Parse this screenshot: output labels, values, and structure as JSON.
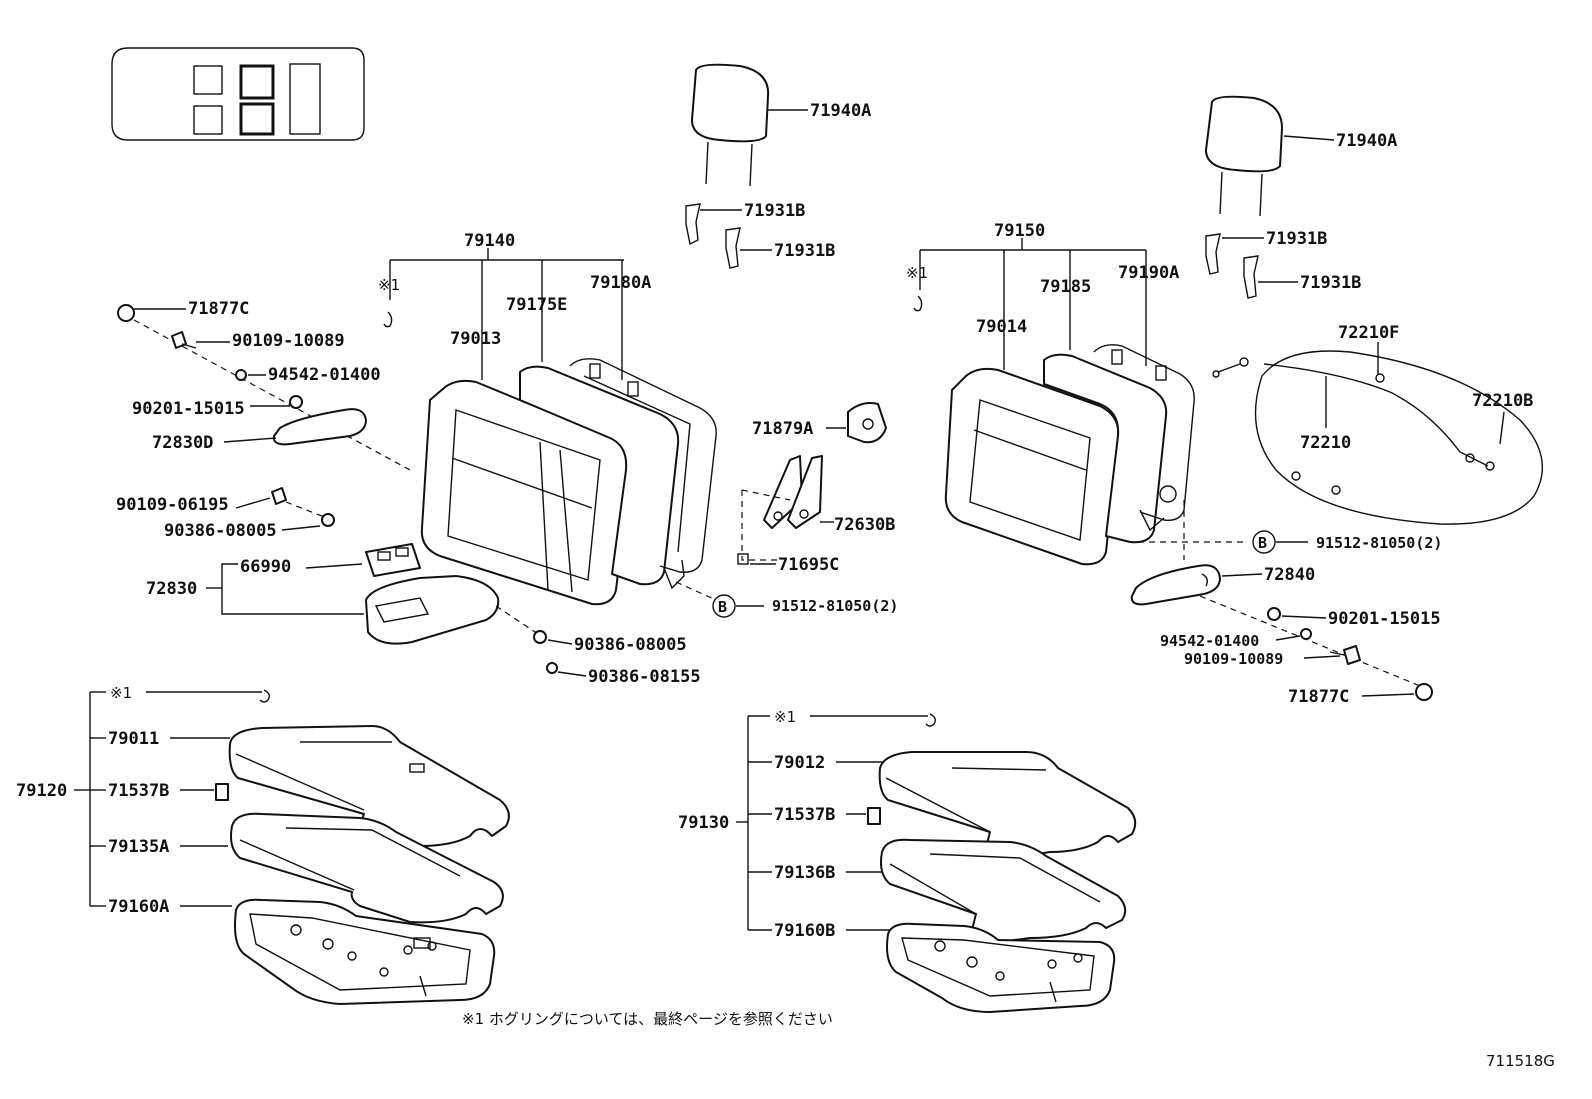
{
  "diagram": {
    "code": "711518G",
    "note": "※1 ホグリングについては、最終ページを参照ください",
    "hog_ring_mark": "※1",
    "labels": {
      "p71940A_l": "71940A",
      "p71931B_l1": "71931B",
      "p71931B_l2": "71931B",
      "p79140": "79140",
      "p79013": "79013",
      "p79175E": "79175E",
      "p79180A": "79180A",
      "p71877C_l": "71877C",
      "p90109_10089_l": "90109-10089",
      "p94542_01400_l": "94542-01400",
      "p90201_15015_l": "90201-15015",
      "p72830D": "72830D",
      "p90109_06195": "90109-06195",
      "p90386_08005_a": "90386-08005",
      "p66990": "66990",
      "p72830": "72830",
      "p90386_08005_b": "90386-08005",
      "p90386_08155": "90386-08155",
      "p71879A": "71879A",
      "p72630B": "72630B",
      "p71695C": "71695C",
      "p91512_l": "91512-81050(2)",
      "p71940A_r": "71940A",
      "p71931B_r1": "71931B",
      "p71931B_r2": "71931B",
      "p79150": "79150",
      "p79014": "79014",
      "p79185": "79185",
      "p79190A": "79190A",
      "p72210F": "72210F",
      "p72210B": "72210B",
      "p72210": "72210",
      "p91512_r": "91512-81050(2)",
      "p72840": "72840",
      "p90201_15015_r": "90201-15015",
      "p94542_01400_r": "94542-01400",
      "p90109_10089_r": "90109-10089",
      "p71877C_r": "71877C",
      "p79120": "79120",
      "p79011": "79011",
      "p71537B_l": "71537B",
      "p79135A": "79135A",
      "p79160A": "79160A",
      "p79130": "79130",
      "p79012": "79012",
      "p71537B_r": "71537B",
      "p79136B": "79136B",
      "p79160B": "79160B",
      "callout_b": "B"
    }
  }
}
